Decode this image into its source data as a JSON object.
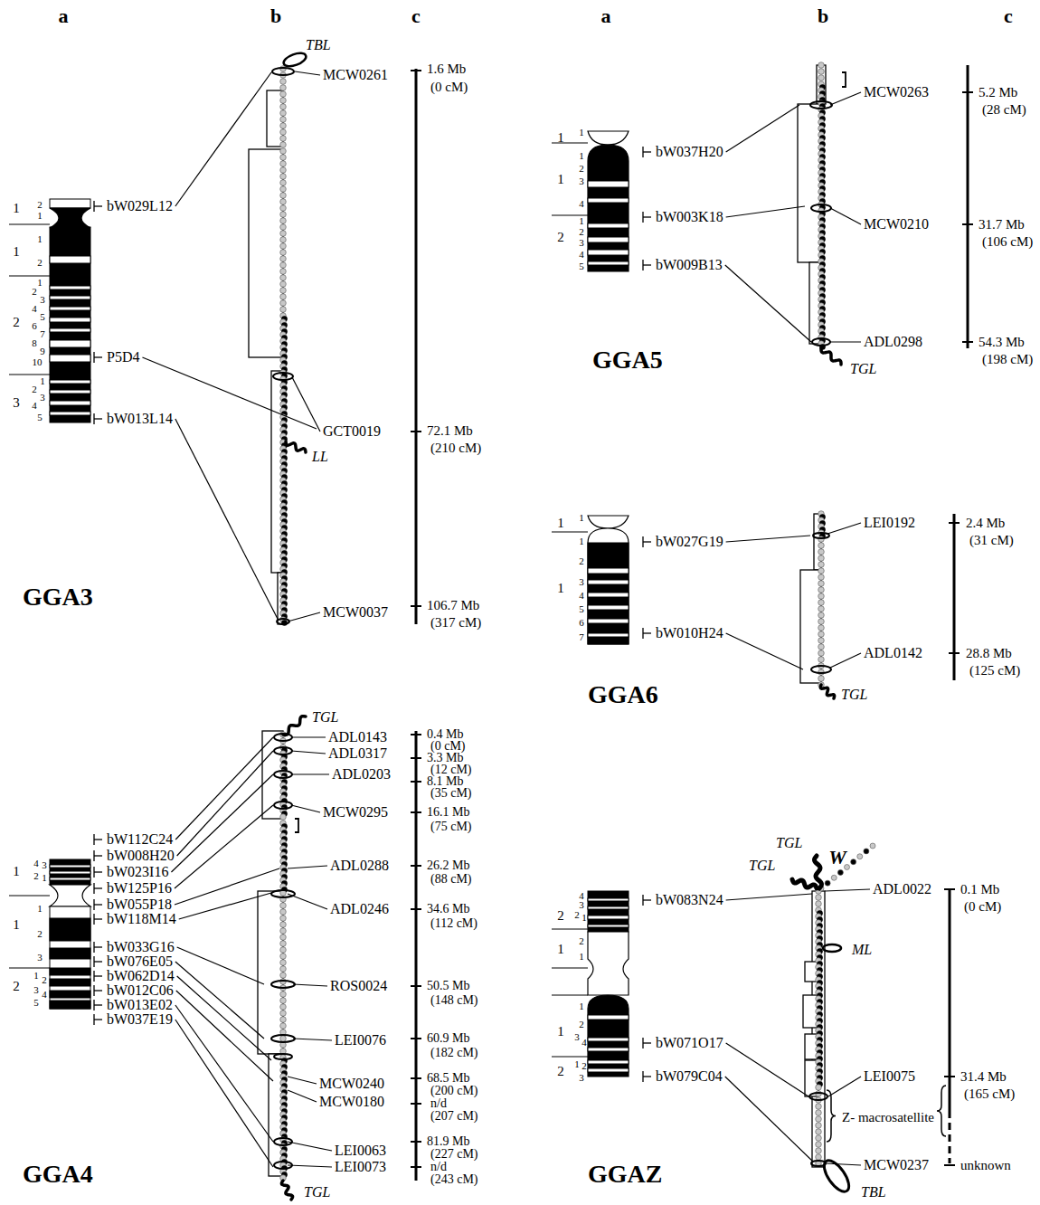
{
  "diagram": {
    "labels": [
      "a",
      "b",
      "c",
      "a",
      "b",
      "c",
      "1",
      "2",
      "1",
      "1",
      "1",
      "2",
      "2",
      "1",
      "2",
      "3",
      "4",
      "5",
      "6",
      "7",
      "8",
      "9",
      "10",
      "3",
      "1",
      "2",
      "3",
      "4",
      "5",
      "bW029L12",
      "P5D4",
      "bW013L14",
      "TBL",
      "MCW0261",
      "GCT0019",
      "LL",
      "MCW0037",
      "1.6 Mb",
      "(0 cM)",
      "72.1 Mb",
      "(210 cM)",
      "106.7 Mb",
      "(317 cM)",
      "GGA3",
      "1",
      "4",
      "3",
      "2",
      "1",
      "1",
      "1",
      "2",
      "3",
      "2",
      "1",
      "2",
      "3",
      "4",
      "5",
      "bW112C24",
      "bW008H20",
      "bW023I16",
      "bW125P16",
      "bW055P18",
      "bW118M14",
      "bW033G16",
      "bW076E05",
      "bW062D14",
      "bW012C06",
      "bW013E02",
      "bW037E19",
      "TGL",
      "ADL0143",
      "ADL0317",
      "ADL0203",
      "MCW0295",
      "ADL0288",
      "ADL0246",
      "ROS0024",
      "LEI0076",
      "MCW0240",
      "MCW0180",
      "LEI0063",
      "LEI0073",
      "TGL",
      "0.4 Mb",
      "(0 cM)",
      "3.3 Mb",
      "(12 cM)",
      "8.1 Mb",
      "(35 cM)",
      "16.1 Mb",
      "(75 cM)",
      "26.2 Mb",
      "(88 cM)",
      "34.6 Mb",
      "(112 cM)",
      "50.5 Mb",
      "(148 cM)",
      "60.9 Mb",
      "(182 cM)",
      "68.5 Mb",
      "(200 cM)",
      "n/d",
      "(207 cM)",
      "81.9 Mb",
      "(227 cM)",
      "n/d",
      "(243 cM)",
      "GGA4",
      "1",
      "1",
      "1",
      "1",
      "2",
      "3",
      "4",
      "2",
      "1",
      "2",
      "3",
      "4",
      "5",
      "bW037H20",
      "bW003K18",
      "bW009B13",
      "MCW0263",
      "MCW0210",
      "ADL0298",
      "TGL",
      "5.2 Mb",
      "(28 cM)",
      "31.7 Mb",
      "(106 cM)",
      "54.3 Mb",
      "(198 cM)",
      "GGA5",
      "1",
      "1",
      "1",
      "1",
      "2",
      "3",
      "4",
      "5",
      "6",
      "7",
      "bW027G19",
      "bW010H24",
      "LEI0192",
      "ADL0142",
      "TGL",
      "2.4 Mb",
      "(31 cM)",
      "28.8 Mb",
      "(125 cM)",
      "GGA6",
      "2",
      "4",
      "3",
      "2",
      "1",
      "1",
      "2",
      "1",
      "1",
      "1",
      "2",
      "3",
      "4",
      "2",
      "1",
      "2",
      "3",
      "bW083N24",
      "bW071O17",
      "bW079C04",
      "TGL",
      "TGL",
      "W",
      "ADL0022",
      "ML",
      "LEI0075",
      "Z- macrosatellite",
      "MCW0237",
      "TBL",
      "0.1 Mb",
      "(0 cM)",
      "31.4 Mb",
      "(165 cM)",
      "unknown",
      "GGAZ"
    ]
  }
}
